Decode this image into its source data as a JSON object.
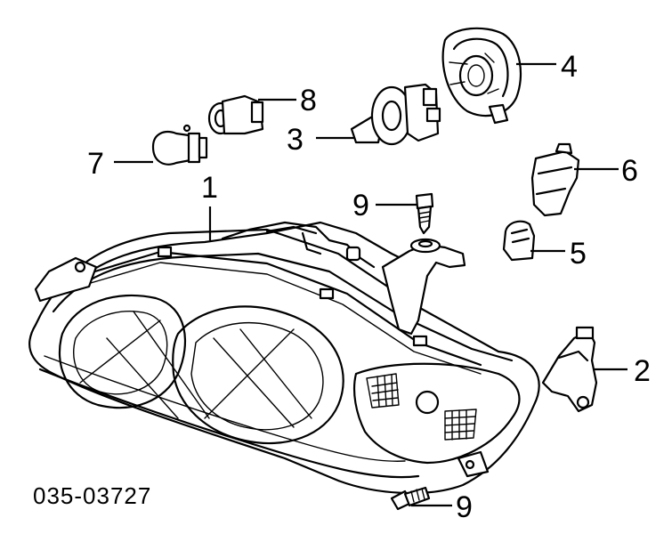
{
  "diagram": {
    "code": "035-03727",
    "callouts": [
      {
        "id": "1",
        "label": "1"
      },
      {
        "id": "2",
        "label": "2"
      },
      {
        "id": "3",
        "label": "3"
      },
      {
        "id": "4",
        "label": "4"
      },
      {
        "id": "5",
        "label": "5"
      },
      {
        "id": "6",
        "label": "6"
      },
      {
        "id": "7",
        "label": "7"
      },
      {
        "id": "8",
        "label": "8"
      },
      {
        "id": "9a",
        "label": "9"
      },
      {
        "id": "9b",
        "label": "9"
      }
    ],
    "colors": {
      "line": "#000000",
      "background": "#ffffff"
    }
  }
}
